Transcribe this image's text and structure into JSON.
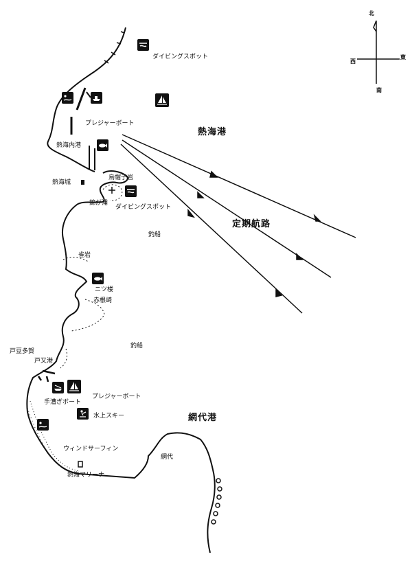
{
  "compass": {
    "north": "北",
    "south": "南",
    "east": "東",
    "west": "西"
  },
  "labels": {
    "diving_spot_1": "ダイビングスポット",
    "pleasure_boat_1": "プレジャーボート",
    "atami_port": "熱海港",
    "atami_inner_port": "熱海内港",
    "eboshi_rock": "烏帽子岩",
    "atami_castle": "熱海城",
    "nishikigaura": "錦が浦",
    "diving_spot_2": "ダイビングスポット",
    "regular_route": "定期航路",
    "fishing_1": "釣船",
    "suzume_rock": "雀岩",
    "futatsuiwa": "ニツ楼",
    "akanezaki": "赤根崎",
    "fishing_2": "釣船",
    "izusan": "戸豆多賀",
    "tomata_port": "戸又港",
    "rowing_boat": "手漕ぎボート",
    "pleasure_boat_2": "プレジャーボート",
    "water_ski": "水上スキー",
    "ajiro_port": "網代港",
    "windsurfing": "ウィンドサーフィン",
    "ajiro": "網代",
    "atami_marina": "熱海マリーナ"
  },
  "icons": [
    "diving-icon",
    "pleasure-boat-icon",
    "sailboat-icon",
    "swimming-icon",
    "fishing-icon",
    "water-ski-icon",
    "rowing-boat-icon"
  ]
}
